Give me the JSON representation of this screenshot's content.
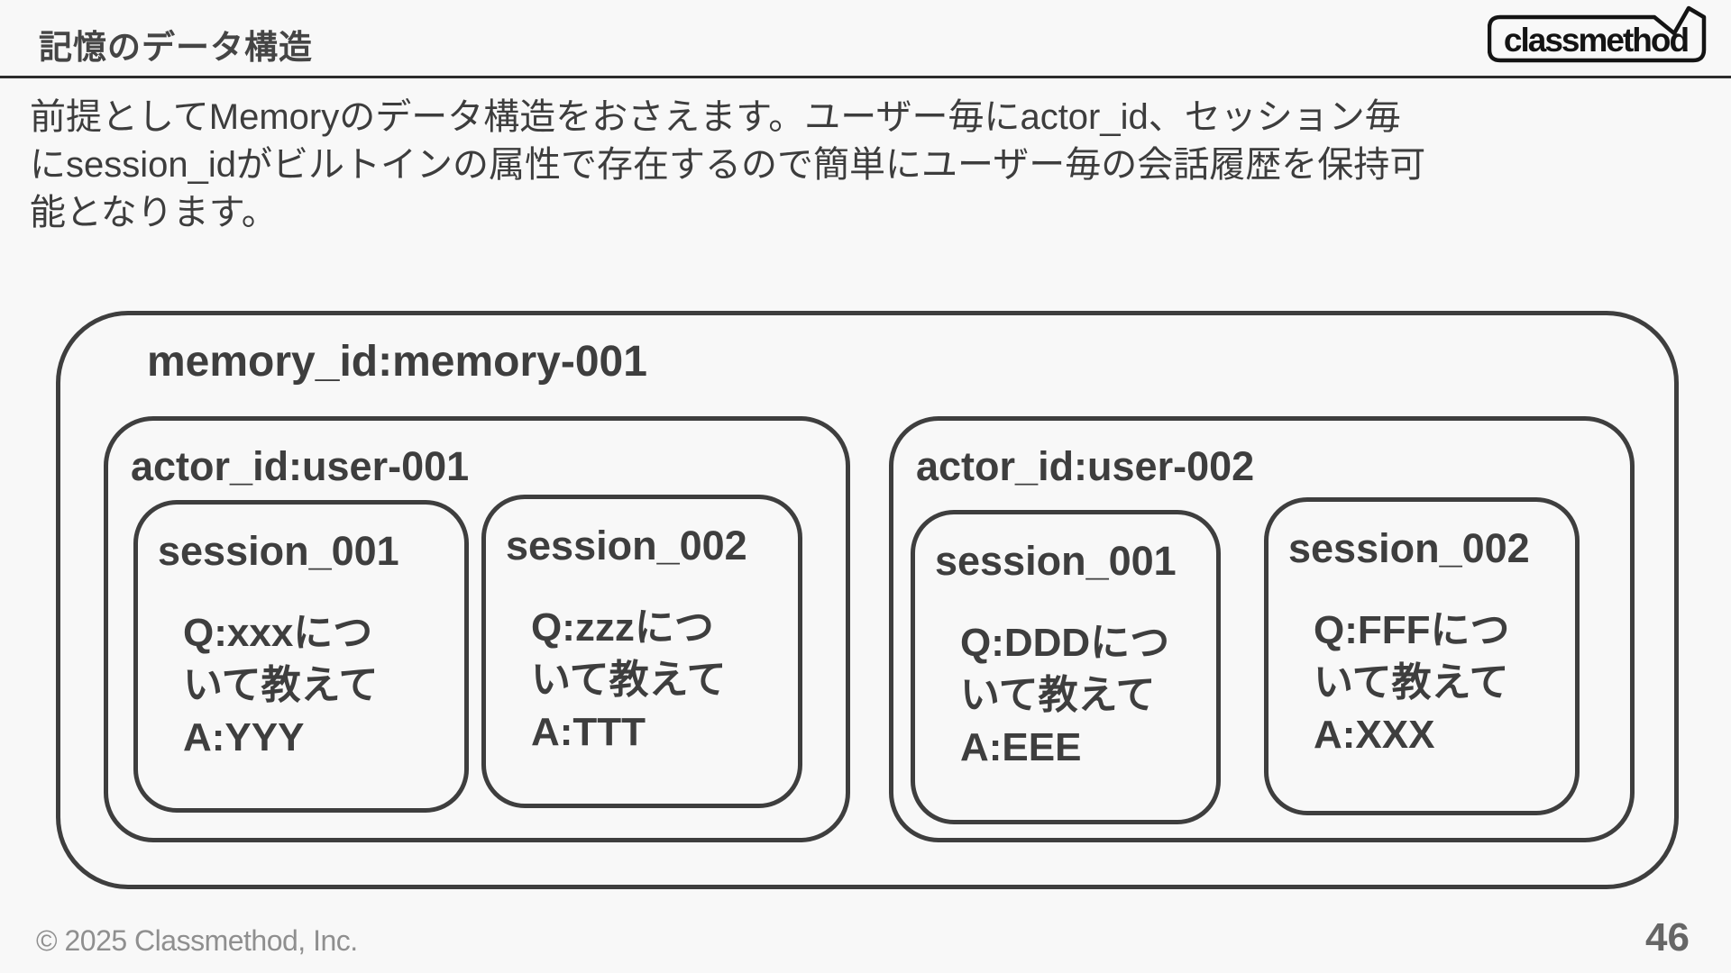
{
  "header": {
    "title": "記憶のデータ構造",
    "logo_text": "classmethod"
  },
  "intro": {
    "lines": [
      "前提としてMemoryのデータ構造をおさえます。ユーザー毎にactor_id、セッション毎",
      "にsession_idがビルトインの属性で存在するので簡単にユーザー毎の会話履歴を保持可",
      "能となります。"
    ]
  },
  "diagram": {
    "memory_label": "memory_id:memory-001",
    "actors": [
      {
        "label": "actor_id:user-001",
        "sessions": [
          {
            "title": "session_001",
            "lines": [
              "Q:xxxにつ",
              "いて教えて",
              "A:YYY"
            ]
          },
          {
            "title": "session_002",
            "lines": [
              "Q:zzzにつ",
              "いて教えて",
              "A:TTT"
            ]
          }
        ]
      },
      {
        "label": "actor_id:user-002",
        "sessions": [
          {
            "title": "session_001",
            "lines": [
              "Q:DDDにつ",
              "いて教えて",
              "A:EEE"
            ]
          },
          {
            "title": "session_002",
            "lines": [
              "Q:FFFにつ",
              "いて教えて",
              "A:XXX"
            ]
          }
        ]
      }
    ]
  },
  "footer": {
    "copyright": "© 2025 Classmethod, Inc.",
    "page_number": "46"
  },
  "colors": {
    "bg": "#f8f8f8",
    "line": "#3e3e3e",
    "text": "#3d3d3d",
    "title": "#454545",
    "rule": "#2d2d2d",
    "footer": "#8f8f8f",
    "page": "#666666",
    "logo": "#141414"
  }
}
